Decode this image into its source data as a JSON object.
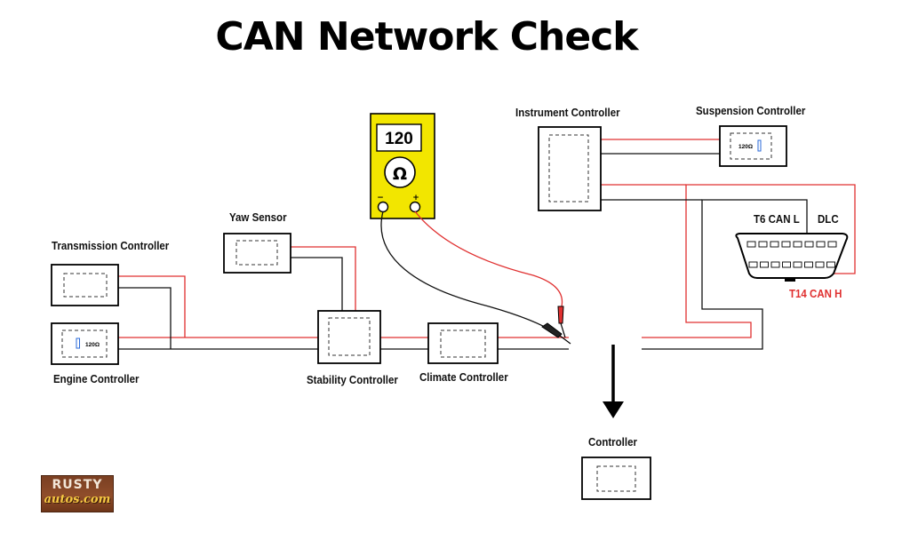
{
  "title": "CAN Network Check",
  "multimeter": {
    "reading": "120",
    "unit_symbol": "Ω",
    "neg_symbol": "−",
    "pos_symbol": "+"
  },
  "controllers": {
    "transmission": "Transmission Controller",
    "engine": "Engine Controller",
    "yaw": "Yaw Sensor",
    "stability": "Stability Controller",
    "climate": "Climate Controller",
    "instrument": "Instrument Controller",
    "suspension": "Suspension Controller",
    "generic": "Controller"
  },
  "resistors": {
    "engine": "120Ω",
    "suspension": "120Ω"
  },
  "dlc": {
    "label": "DLC",
    "pin_low": "T6 CAN L",
    "pin_high": "T14 CAN H"
  },
  "logo": {
    "line1": "RUSTY",
    "line2": "autos.com"
  },
  "colors": {
    "can_high": "#e03030",
    "can_low": "#000000",
    "meter_body": "#f2e600",
    "logo_bg": "#8f4d2b"
  }
}
